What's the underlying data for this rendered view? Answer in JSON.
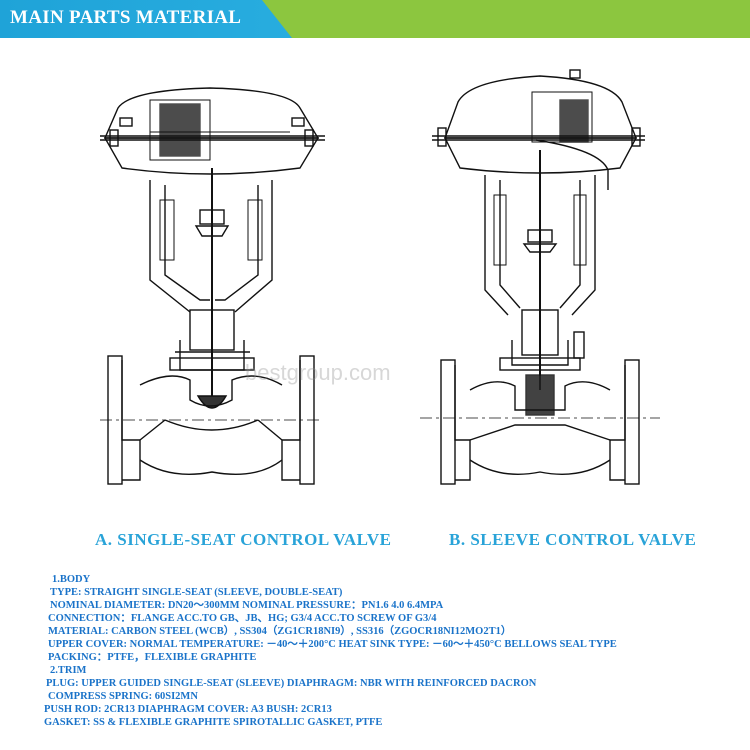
{
  "header": {
    "title": "MAIN PARTS MATERIAL"
  },
  "watermark": "bestgroup.com",
  "captions": {
    "a": "A. SINGLE-SEAT CONTROL VALVE",
    "b": "B. SLEEVE CONTROL VALVE"
  },
  "colors": {
    "header_blue": "#29aee0",
    "header_green": "#8cc63f",
    "caption": "#29a3d8",
    "spec_text": "#1a73c9"
  },
  "spec_lines": [
    "1.BODY",
    "TYPE: STRAIGHT SINGLE-SEAT (SLEEVE, DOUBLE-SEAT)",
    "NOMINAL DIAMETER: DN20～300MM      NOMINAL PRESSURE：PN1.6   4.0  6.4MPA",
    "CONNECTION：FLANGE ACC.TO GB、JB、HG;   G3/4 ACC.TO SCREW OF G3/4",
    "MATERIAL: CARBON STEEL (WCB）, SS304（ZG1CR18NI9）, SS316（ZGOCR18NI12MO2T1）",
    "UPPER COVER:  NORMAL TEMPERATURE: －40～＋200°C HEAT SINK TYPE: －60～＋450°C  BELLOWS SEAL TYPE",
    "PACKING：PTFE，FLEXIBLE GRAPHITE",
    "2.TRIM",
    "PLUG: UPPER GUIDED SINGLE-SEAT (SLEEVE)        DIAPHRAGM: NBR WITH REINFORCED DACRON",
    "COMPRESS SPRING: 60SI2MN",
    "PUSH ROD: 2CR13          DIAPHRAGM COVER: A3                BUSH: 2CR13",
    "GASKET:  SS & FLEXIBLE GRAPHITE SPIROTALLIC GASKET,  PTFE"
  ]
}
